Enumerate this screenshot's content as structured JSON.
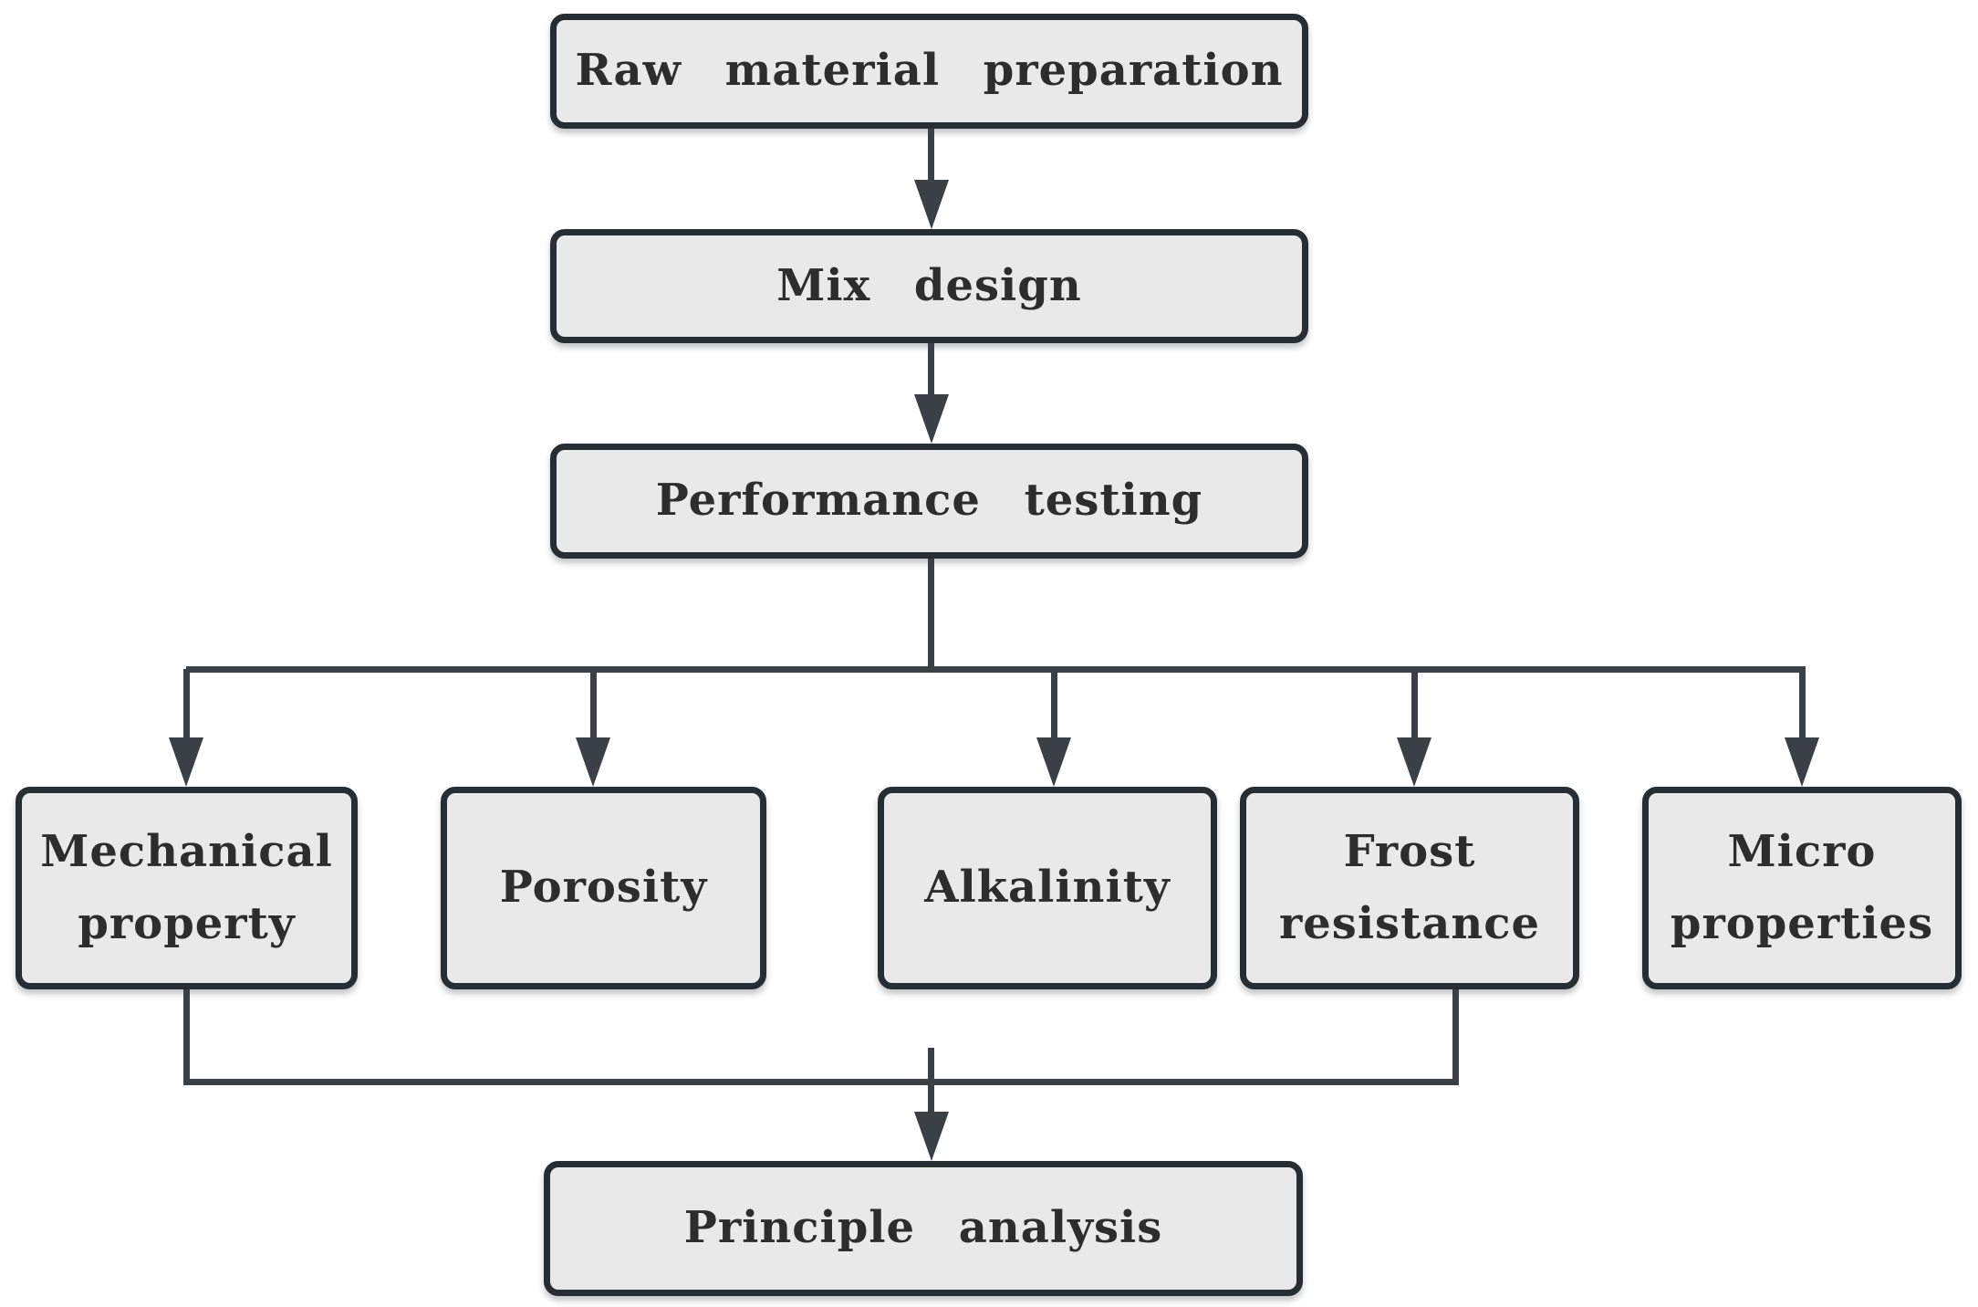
{
  "colors": {
    "bg": "#ffffff",
    "box_fill": "#e9e9e9",
    "box_border": "#262d33",
    "line": "#3a4046",
    "text": "#2d2d2d"
  },
  "nodes": {
    "raw_material": {
      "label": "Raw material preparation"
    },
    "mix_design": {
      "label": "Mix design"
    },
    "performance_testing": {
      "label": "Performance testing"
    },
    "mechanical_property": {
      "label": "Mechanical property"
    },
    "porosity": {
      "label": "Porosity"
    },
    "alkalinity": {
      "label": "Alkalinity"
    },
    "frost_resistance": {
      "label": "Frost resistance"
    },
    "micro_properties": {
      "label": "Micro properties"
    },
    "principle_analysis": {
      "label": "Principle analysis"
    }
  },
  "edges": [
    {
      "from": "raw_material",
      "to": "mix_design"
    },
    {
      "from": "mix_design",
      "to": "performance_testing"
    },
    {
      "from": "performance_testing",
      "to": "mechanical_property"
    },
    {
      "from": "performance_testing",
      "to": "porosity"
    },
    {
      "from": "performance_testing",
      "to": "alkalinity"
    },
    {
      "from": "performance_testing",
      "to": "frost_resistance"
    },
    {
      "from": "performance_testing",
      "to": "micro_properties"
    },
    {
      "from": "mechanical_property",
      "to": "principle_analysis"
    },
    {
      "from": "frost_resistance",
      "to": "principle_analysis"
    }
  ]
}
